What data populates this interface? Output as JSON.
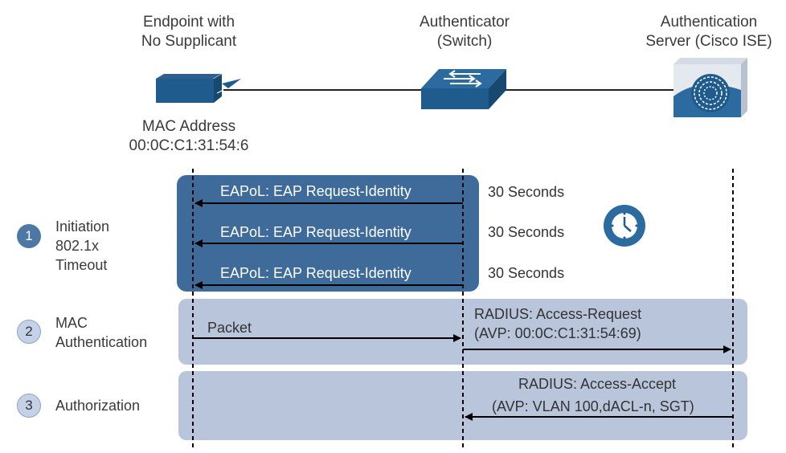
{
  "header": {
    "endpoint_line1": "Endpoint with",
    "endpoint_line2": "No Supplicant",
    "authenticator_line1": "Authenticator",
    "authenticator_line2": "(Switch)",
    "server_line1": "Authentication",
    "server_line2": "Server (Cisco ISE)",
    "mac_label": "MAC Address",
    "mac_value": "00:0C:C1:31:54:6"
  },
  "steps": [
    {
      "number": "1",
      "label_lines": [
        "Initiation",
        "802.1x",
        "Timeout"
      ]
    },
    {
      "number": "2",
      "label_lines": [
        "MAC",
        "Authentication"
      ]
    },
    {
      "number": "3",
      "label_lines": [
        "Authorization"
      ]
    }
  ],
  "messages": {
    "eapol_1": "EAPoL: EAP Request-Identity",
    "eapol_2": "EAPoL: EAP Request-Identity",
    "eapol_3": "EAPoL: EAP Request-Identity",
    "timeout_1": "30 Seconds",
    "timeout_2": "30 Seconds",
    "timeout_3": "30 Seconds",
    "packet": "Packet",
    "radius_request": "RADIUS: Access-Request",
    "radius_request_avp": "(AVP: 00:0C:C1:31:54:69)",
    "radius_accept": "RADIUS: Access-Accept",
    "radius_accept_avp": "(AVP: VLAN 100,dACL-n, SGT)"
  },
  "colors": {
    "dark_blue": "#3f6b9a",
    "light_panel": "#b9c5db",
    "step1_fill": "#4d78a6",
    "step_light_fill": "#c4d1e6"
  },
  "icons": [
    "endpoint-device-icon",
    "switch-icon",
    "ise-server-icon",
    "clock-icon"
  ]
}
